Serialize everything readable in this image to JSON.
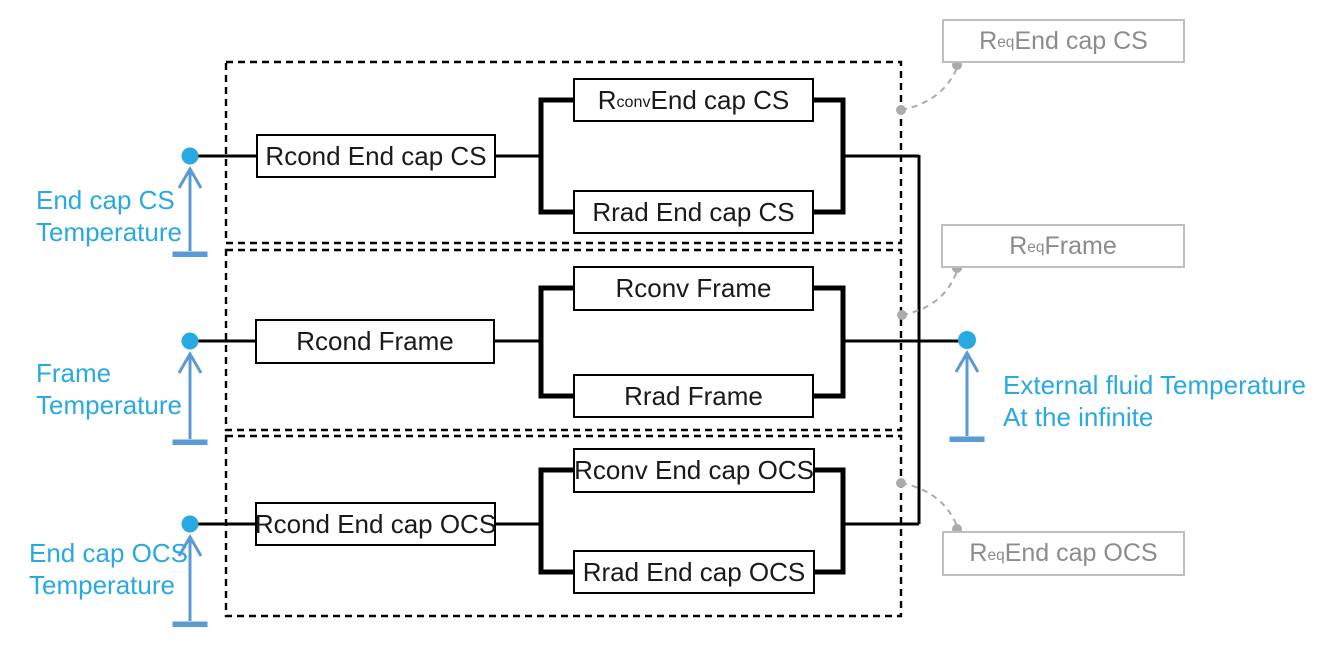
{
  "colors": {
    "line": "#000000",
    "cyan": "#29A9E1",
    "arrow": "#5B9BD5",
    "gray_text": "#8C8C8C",
    "gray_border": "#BFBFBF",
    "gray_conn": "#ABABAB",
    "bg": "#FFFFFF"
  },
  "symbols": {
    "node": "filled-circle-node",
    "temperature_pointer": "open-up-arrow-with-ground-bar",
    "connector_anchor": "small-gray-dot"
  },
  "groups": [
    {
      "id": "end-cap-cs",
      "rcond": {
        "pre": "Rcond End cap CS",
        "sub": "",
        "post": ""
      },
      "rconv": {
        "pre": "R",
        "sub": "conv",
        "post": " End cap CS"
      },
      "rrad": {
        "pre": "Rrad End cap CS",
        "sub": "",
        "post": ""
      },
      "req": {
        "pre": "R",
        "sub": "eq",
        "post": " End cap CS"
      },
      "temperature_label": {
        "line1": "End cap CS",
        "line2": "Temperature"
      }
    },
    {
      "id": "frame",
      "rcond": {
        "pre": "Rcond Frame",
        "sub": "",
        "post": ""
      },
      "rconv": {
        "pre": "Rconv Frame",
        "sub": "",
        "post": ""
      },
      "rrad": {
        "pre": "Rrad Frame",
        "sub": "",
        "post": ""
      },
      "req": {
        "pre": "R",
        "sub": "eq",
        "post": " Frame"
      },
      "temperature_label": {
        "line1": "Frame",
        "line2": "Temperature"
      }
    },
    {
      "id": "end-cap-ocs",
      "rcond": {
        "pre": "Rcond End cap OCS",
        "sub": "",
        "post": ""
      },
      "rconv": {
        "pre": "Rconv End cap OCS",
        "sub": "",
        "post": ""
      },
      "rrad": {
        "pre": "Rrad End cap OCS",
        "sub": "",
        "post": ""
      },
      "req": {
        "pre": "R",
        "sub": "eq",
        "post": " End cap OCS"
      },
      "temperature_label": {
        "line1": "End cap OCS",
        "line2": "Temperature"
      }
    }
  ],
  "external_node": {
    "line1": "External fluid Temperature",
    "line2": "At the infinite"
  }
}
